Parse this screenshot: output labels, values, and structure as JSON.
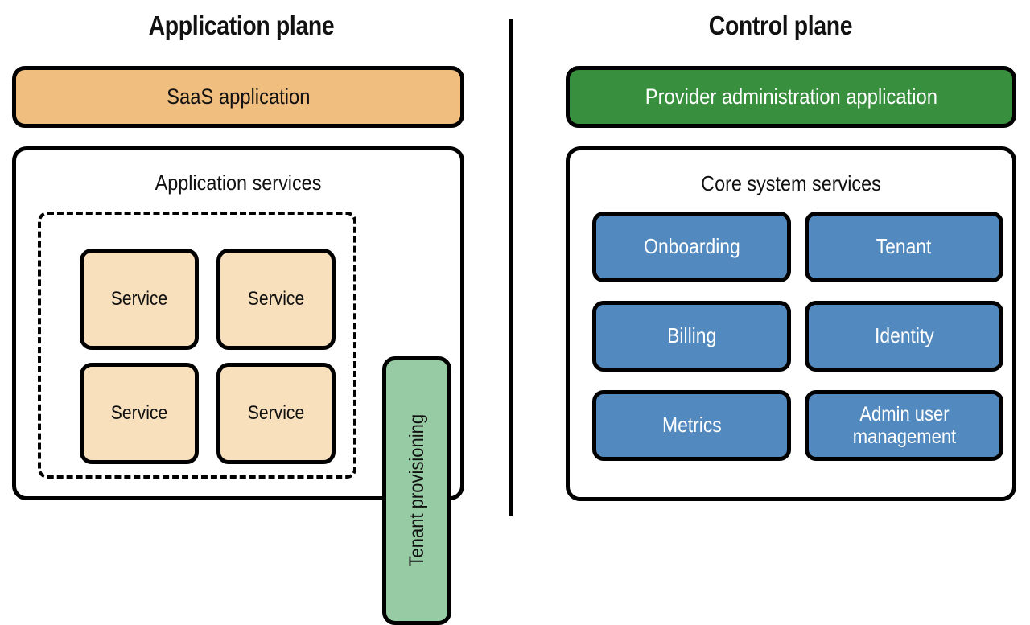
{
  "diagram": {
    "type": "architecture-diagram",
    "title_left": "Application plane",
    "title_right": "Control plane",
    "divider": "vertical-rule",
    "colors": {
      "saas_application_fill": "#f0be7e",
      "service_fill": "#f8e0bd",
      "tenant_provisioning_fill": "#96cba3",
      "provider_admin_fill": "#38903f",
      "core_service_fill": "#5289be",
      "stroke": "#000000",
      "container_fill": "#ffffff",
      "text_dark": "#111111",
      "text_light": "#ffffff"
    }
  },
  "application_plane": {
    "title": "Application plane",
    "saas_application": {
      "label": "SaaS application"
    },
    "application_services": {
      "title": "Application services",
      "services_group": {
        "border_style": "dashed",
        "services": [
          {
            "label": "Service"
          },
          {
            "label": "Service"
          },
          {
            "label": "Service"
          },
          {
            "label": "Service"
          }
        ]
      },
      "tenant_provisioning": {
        "label": "Tenant provisioning",
        "orientation": "vertical-bottom-to-top"
      }
    }
  },
  "control_plane": {
    "title": "Control plane",
    "provider_admin_application": {
      "label": "Provider administration application"
    },
    "core_system_services": {
      "title": "Core system services",
      "services": [
        {
          "label": "Onboarding"
        },
        {
          "label": "Tenant"
        },
        {
          "label": "Billing"
        },
        {
          "label": "Identity"
        },
        {
          "label": "Metrics"
        },
        {
          "label": "Admin user\nmanagement"
        }
      ]
    }
  }
}
